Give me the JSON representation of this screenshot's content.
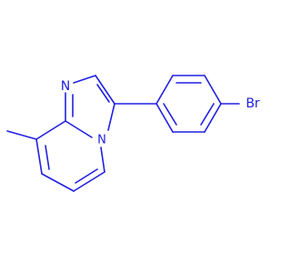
{
  "molecule": {
    "bond_color": "#2020e0",
    "label_color": "#2020e0",
    "atoms": {
      "n_imine": "N",
      "n_bridge": "N",
      "br": "Br"
    }
  }
}
